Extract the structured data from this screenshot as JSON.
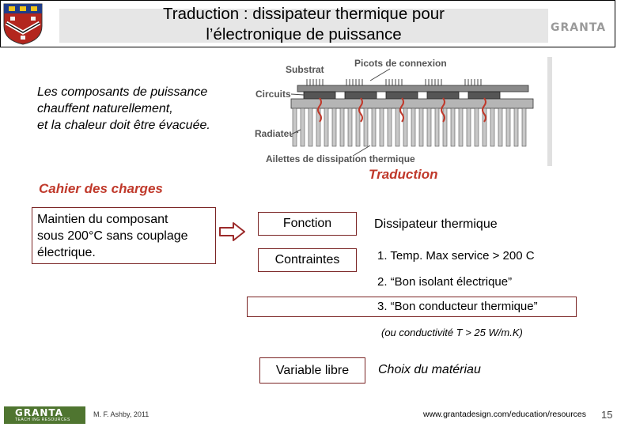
{
  "header": {
    "title_line1": "Traduction : dissipateur thermique pour",
    "title_line2": "l’électronique de puissance",
    "logo_text": "GRANTA"
  },
  "intro": {
    "line1": "Les composants de puissance",
    "line2": "chauffent  naturellement,",
    "line3": "et la chaleur doit être évacuée."
  },
  "diagram": {
    "labels": {
      "substrat": "Substrat",
      "picots": "Picots de connexion",
      "circuits": "Circuits",
      "radiateur": "Radiateur",
      "ailettes": "Ailettes de dissipation thermique"
    },
    "heat_color": "#c0392b"
  },
  "traduction_label": "Traduction",
  "cahier": {
    "heading": "Cahier des charges",
    "line1": "Maintien du composant",
    "line2": "sous 200°C sans couplage",
    "line3": "électrique."
  },
  "translation": {
    "fonction_label": "Fonction",
    "fonction_value": "Dissipateur thermique",
    "contraintes_label": "Contraintes",
    "contraintes": [
      "1.  Temp. Max service > 200 C",
      "2. “Bon isolant électrique”",
      "3. “Bon conducteur thermique”"
    ],
    "note": "(ou conductivité T > 25 W/m.K)",
    "variable_label": "Variable libre",
    "variable_value": "Choix du matériau"
  },
  "footer": {
    "logo_text": "GRANTA",
    "logo_sub": "TEACH  ING  RESOURCES",
    "author": "M. F. Ashby, 2011",
    "url": "www.grantadesign.com/education/resources",
    "page": "15"
  },
  "colors": {
    "accent_red": "#c0392b",
    "box_border": "#7a2424",
    "granta_green": "#4f7530"
  }
}
